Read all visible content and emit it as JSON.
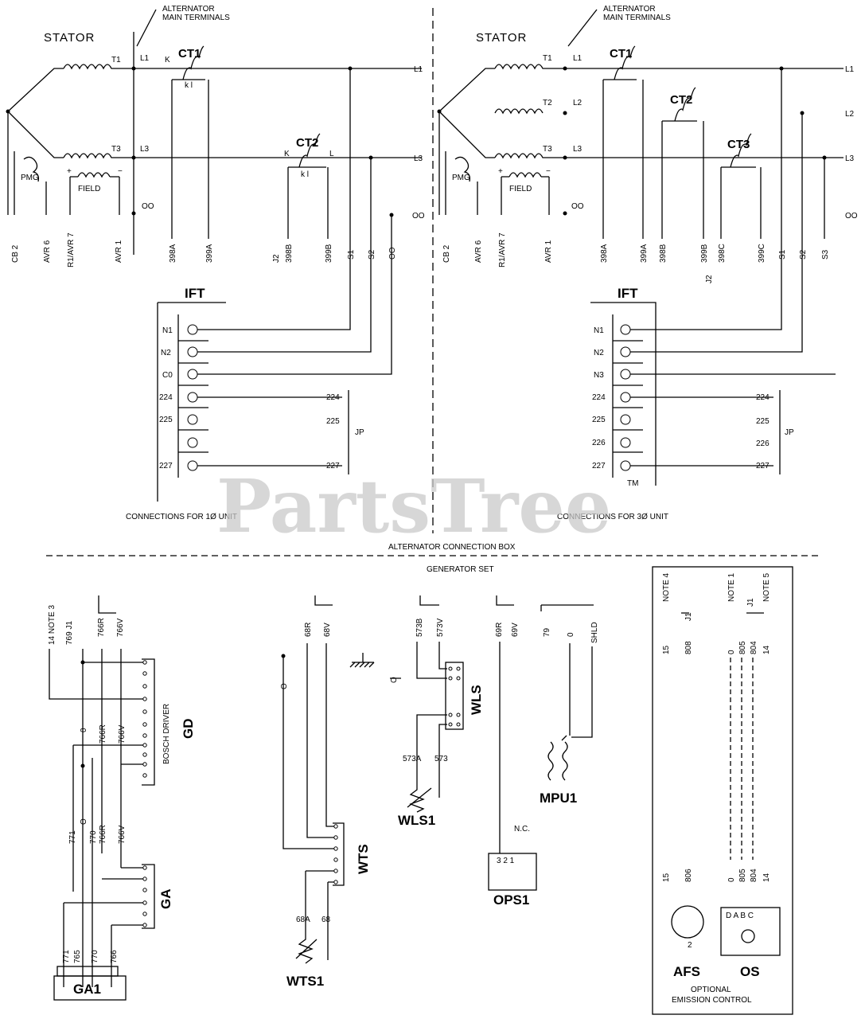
{
  "watermark": {
    "text": "PartsTree",
    "tm": "TM"
  },
  "single_phase": {
    "terminals_label": "ALTERNATOR\nMAIN TERMINALS",
    "stator": "STATOR",
    "pmg": "PMG",
    "field": "FIELD",
    "ct1": "CT1",
    "ct2": "CT2",
    "lines": {
      "t1": "T1",
      "l1a": "L1",
      "l1b": "L1",
      "t3": "T3",
      "l3a": "L3",
      "l3b": "L3",
      "oo": "OO",
      "oo_right": "OO",
      "k": "K",
      "kl": "k  l",
      "l": "L"
    },
    "bottom_labels": [
      "CB 2",
      "AVR 6",
      "R1/AVR 7",
      "AVR 1",
      "398A",
      "399A",
      "J2",
      "398B",
      "399B",
      "S1",
      "S2",
      "OO"
    ],
    "ift": "IFT",
    "ift_terms": [
      "N1",
      "N2",
      "C0",
      "224",
      "225",
      "",
      "227"
    ],
    "jumper_vals": [
      "224",
      "225",
      "227"
    ],
    "jp": "JP",
    "caption": "CONNECTIONS FOR 1Ø UNIT"
  },
  "three_phase": {
    "terminals_label": "ALTERNATOR\nMAIN TERMINALS",
    "stator": "STATOR",
    "pmg": "PMG",
    "field": "FIELD",
    "ct1": "CT1",
    "ct2": "CT2",
    "ct3": "CT3",
    "lines": {
      "t1": "T1",
      "t2": "T2",
      "t3": "T3",
      "l1a": "L1",
      "l2a": "L2",
      "l3a": "L3",
      "l1b": "L1",
      "l2b": "L2",
      "l3b": "L3",
      "oo": "OO",
      "oo_right": "OO"
    },
    "bottom_labels": [
      "CB 2",
      "AVR 6",
      "R1/AVR 7",
      "AVR 1",
      "398A",
      "399A",
      "398B",
      "399B",
      "J2",
      "398C",
      "399C",
      "S1",
      "S2",
      "S3"
    ],
    "ift": "IFT",
    "ift_terms": [
      "N1",
      "N2",
      "N3",
      "224",
      "225",
      "226",
      "227"
    ],
    "jumper_vals": [
      "224",
      "225",
      "226",
      "227"
    ],
    "jp": "JP",
    "caption": "CONNECTIONS FOR 3Ø UNIT"
  },
  "separator_label": "ALTERNATOR CONNECTION BOX",
  "genset_label": "GENERATOR SET",
  "components": {
    "gd": "GD",
    "gd_driver": "BOSCH DRIVER",
    "ga": "GA",
    "ga1": "GA1",
    "wts": "WTS",
    "wts1": "WTS1",
    "wls": "WLS",
    "wls1": "WLS1",
    "ops1": "OPS1",
    "ops_pins": "3  2  1",
    "nc": "N.C.",
    "mpu1": "MPU1",
    "afs": "AFS",
    "os": "OS",
    "os_pins": "D  A  B  C",
    "emission": "OPTIONAL\nEMISSION CONTROL"
  },
  "wire_labels": {
    "gd_top": [
      "14 NOTE 3",
      "769 J1",
      "766R",
      "766V"
    ],
    "gd_mid": [
      "0",
      "766R",
      "766V"
    ],
    "ga_mid": [
      "771",
      "O",
      "770",
      "766R",
      "766V"
    ],
    "ga1_bot": [
      "771",
      "765",
      "770",
      "766"
    ],
    "wts_top": [
      "68R",
      "68V"
    ],
    "wts_bot": [
      "68A",
      "68"
    ],
    "wls_top": [
      "573B",
      "573V"
    ],
    "wls_bot": [
      "573A",
      "573"
    ],
    "ops_top": [
      "69R",
      "69V"
    ],
    "mpu_top": [
      "79",
      "0",
      "SHLD"
    ],
    "emi_top": [
      "15",
      "808",
      "0",
      "805",
      "804",
      "14"
    ],
    "emi_notes": [
      "NOTE 4",
      "NOTE 1",
      "NOTE 5"
    ],
    "emi_bot": [
      "15",
      "806",
      "0",
      "805",
      "804",
      "14"
    ],
    "j1": "J1"
  }
}
